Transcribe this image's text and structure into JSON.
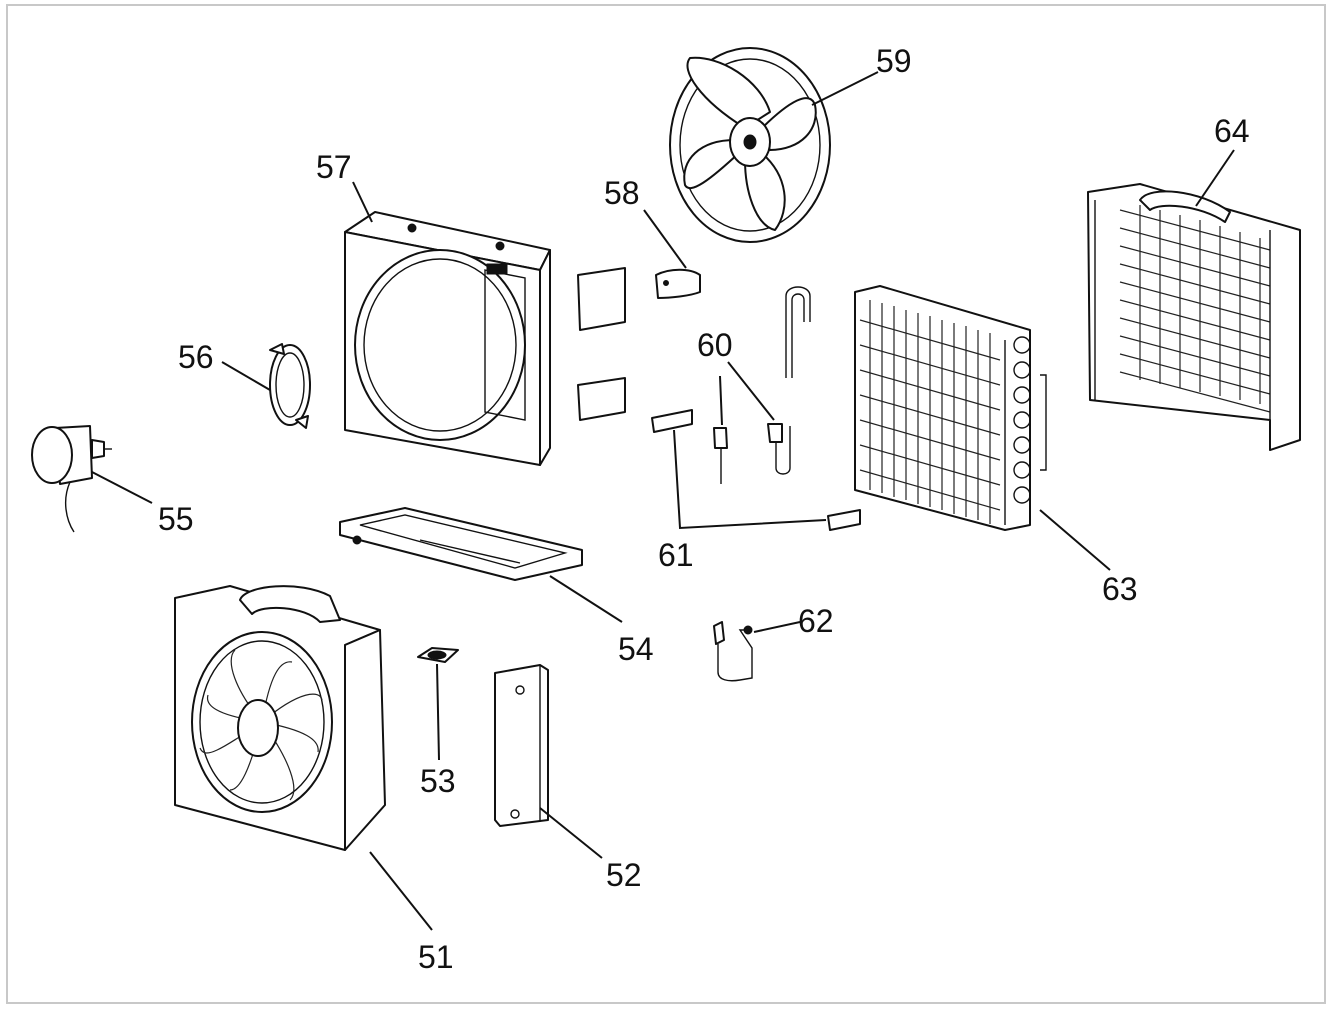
{
  "diagram": {
    "parts": [
      {
        "id": "51",
        "label": "51",
        "name": "front grille panel",
        "icon": "front-panel-icon"
      },
      {
        "id": "52",
        "label": "52",
        "name": "side panel",
        "icon": "side-panel-icon"
      },
      {
        "id": "53",
        "label": "53",
        "name": "rubber grommet",
        "icon": "grommet-icon"
      },
      {
        "id": "54",
        "label": "54",
        "name": "base tray",
        "icon": "base-tray-icon"
      },
      {
        "id": "55",
        "label": "55",
        "name": "fan motor",
        "icon": "motor-icon"
      },
      {
        "id": "56",
        "label": "56",
        "name": "motor bracket",
        "icon": "motor-bracket-icon"
      },
      {
        "id": "57",
        "label": "57",
        "name": "fan shroud",
        "icon": "shroud-icon"
      },
      {
        "id": "58",
        "label": "58",
        "name": "clip",
        "icon": "clip-icon"
      },
      {
        "id": "59",
        "label": "59",
        "name": "fan blade",
        "icon": "fan-blade-icon"
      },
      {
        "id": "60",
        "label": "60",
        "name": "valves",
        "icon": "valve-icon"
      },
      {
        "id": "61",
        "label": "61",
        "name": "connectors",
        "icon": "connector-icon"
      },
      {
        "id": "62",
        "label": "62",
        "name": "pipe assembly",
        "icon": "pipe-icon"
      },
      {
        "id": "63",
        "label": "63",
        "name": "condenser coil",
        "icon": "condenser-icon"
      },
      {
        "id": "64",
        "label": "64",
        "name": "rear grille",
        "icon": "rear-grille-icon"
      }
    ]
  }
}
